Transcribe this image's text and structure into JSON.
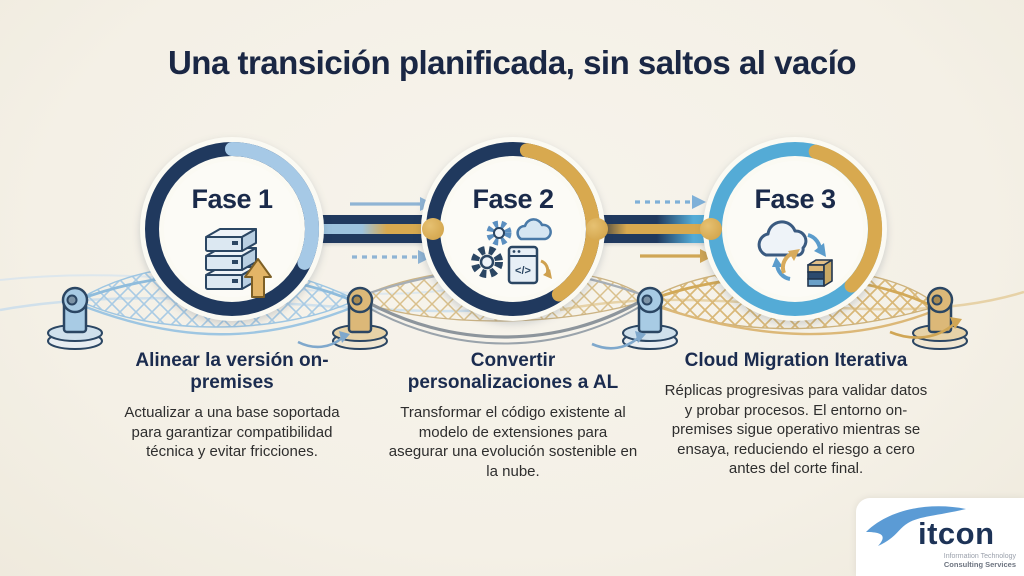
{
  "title": "Una transición planificada, sin saltos al vacío",
  "phases": [
    {
      "label": "Fase 1",
      "heading": "Alinear la versión on-premises",
      "body": "Actualizar a una base soportada para garantizar compatibilidad técnica y evitar fricciones."
    },
    {
      "label": "Fase 2",
      "heading": "Convertir personalizaciones a AL",
      "body": "Transformar el código existente al modelo de extensiones para asegurar una evolución sostenible en la nube.",
      "code_glyph": "</>"
    },
    {
      "label": "Fase 3",
      "heading": "Cloud Migration Iterativa",
      "body": "Réplicas progresivas para validar datos y probar procesos. El entorno on-premises sigue operativo mientras se ensaya, reduciendo el riesgo a cero antes del corte final."
    }
  ],
  "logo": {
    "brand": "itcon",
    "tagline_line1": "Information Technology",
    "tagline_line2": "Consulting Services"
  },
  "colors": {
    "background": "#f5f2e8",
    "navy": "#20395e",
    "title_navy": "#1a2744",
    "light_blue": "#a6c9e6",
    "sky_blue": "#54abd6",
    "gold": "#d8a94f",
    "body_text": "#2e2e2e"
  }
}
